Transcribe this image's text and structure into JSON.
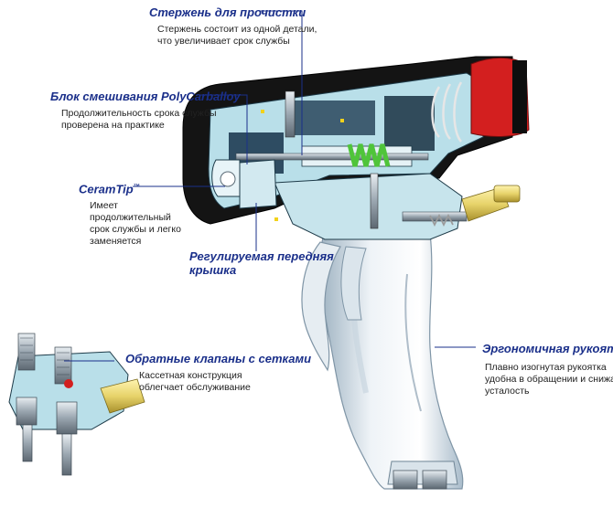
{
  "colors": {
    "label_blue": "#1a2f8a",
    "body_black": "#141414",
    "light_blue": "#b9dfe9",
    "spring_green": "#4fc43a",
    "cap_red": "#d31f1f",
    "brass": "#e7d36a"
  },
  "callouts": {
    "rod": {
      "title": "Стержень для прочистки",
      "desc": [
        "Стержень состоит из одной детали,",
        "что увеличивает срок службы"
      ]
    },
    "mixing_block": {
      "title": "Блок смешивания PolyCarballoy",
      "desc": [
        "Продолжительность срока службы",
        "проверена на практике"
      ]
    },
    "ceramtip": {
      "title": "CeramTip",
      "title_mark": "™",
      "desc": [
        "Имеет",
        "продолжительный",
        "срок службы и легко",
        "заменяется"
      ]
    },
    "front_cover": {
      "title_lines": [
        "Регулируемая передняя",
        "крышка"
      ]
    },
    "check_valves": {
      "title": "Обратные клапаны с сетками",
      "desc": [
        "Кассетная конструкция",
        "облегчает обслуживание"
      ]
    },
    "handle": {
      "title": "Эргономичная рукоятка",
      "desc": [
        "Плавно изогнутая рукоятка",
        "удобна в обращении и снижает",
        "усталость"
      ]
    }
  }
}
